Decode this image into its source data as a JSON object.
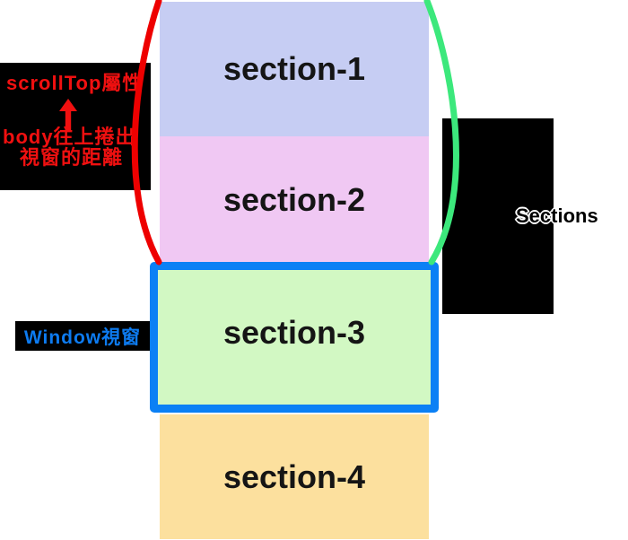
{
  "sections": [
    {
      "label": "section-1",
      "bg": "#c6cdf3"
    },
    {
      "label": "section-2",
      "bg": "#f0c8f3"
    },
    {
      "label": "section-3",
      "bg": "#d2f8c3"
    },
    {
      "label": "section-4",
      "bg": "#fce09e"
    }
  ],
  "scrolltop_annotation": {
    "title": "scrollTop屬性",
    "arrow_icon": "up-arrow",
    "desc_line1": "body往上捲出",
    "desc_line2": "視窗的距離",
    "text_color": "#f01010",
    "bg": "#000000"
  },
  "window_annotation": {
    "label": "Window視窗",
    "text_color": "#0d7bf0",
    "bg": "#000000"
  },
  "right_annotation": {
    "label": "Sections",
    "text_color": "#000000",
    "outline_color": "#ffffff",
    "bg": "#000000"
  },
  "viewport_frame": {
    "border_color": "#0b80f5"
  },
  "curves": {
    "left_bracket_color": "#ee0000",
    "right_bracket_color": "#3ce87c"
  }
}
